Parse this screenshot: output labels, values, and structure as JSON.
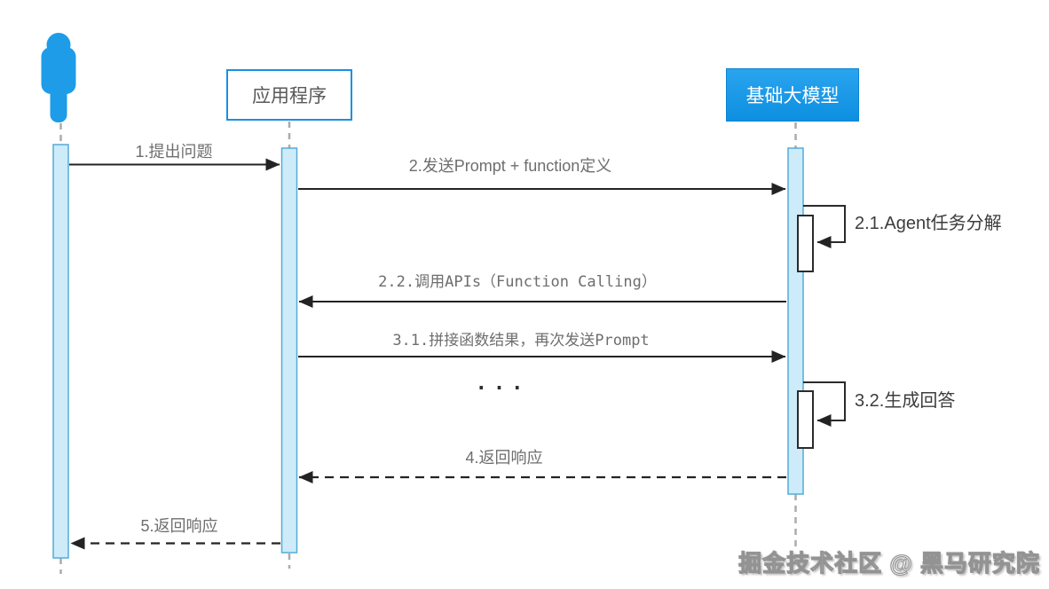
{
  "diagram": {
    "title": "Agent function-calling sequence diagram",
    "actors": {
      "user": {
        "icon": "person-icon"
      },
      "app": {
        "label": "应用程序"
      },
      "model": {
        "label": "基础大模型"
      }
    },
    "messages": [
      {
        "id": "1",
        "label": "1.提出问题",
        "from": "user",
        "to": "app",
        "style": "solid"
      },
      {
        "id": "2",
        "label": "2.发送Prompt + function定义",
        "from": "app",
        "to": "model",
        "style": "solid"
      },
      {
        "id": "2.1",
        "label": "2.1.Agent任务分解",
        "type": "self-loop",
        "actor": "model"
      },
      {
        "id": "2.2",
        "label": "2.2.调用APIs（Function Calling）",
        "from": "model",
        "to": "app",
        "style": "solid"
      },
      {
        "id": "3.1",
        "label": "3.1.拼接函数结果，再次发送Prompt",
        "from": "app",
        "to": "model",
        "style": "solid"
      },
      {
        "id": "ellipsis",
        "label": "..."
      },
      {
        "id": "3.2",
        "label": "3.2.生成回答",
        "type": "self-loop",
        "actor": "model"
      },
      {
        "id": "4",
        "label": "4.返回响应",
        "from": "model",
        "to": "app",
        "style": "dashed"
      },
      {
        "id": "5",
        "label": "5.返回响应",
        "from": "app",
        "to": "user",
        "style": "dashed"
      }
    ],
    "watermark": "掘金技术社区 @ 黑马研究院",
    "colors": {
      "person_icon": "#1E9CE8",
      "model_box_fill_top": "#2AA4EF",
      "model_box_fill_bottom": "#0D8FE0",
      "app_box_border": "#1890E4",
      "activation_fill": "#CDEBF9",
      "activation_border": "#55ABD9",
      "arrow": "#232323",
      "lifeline": "#ABABAB",
      "label_gray": "#6E6E6E",
      "label_dark": "#3C3C3C"
    }
  }
}
